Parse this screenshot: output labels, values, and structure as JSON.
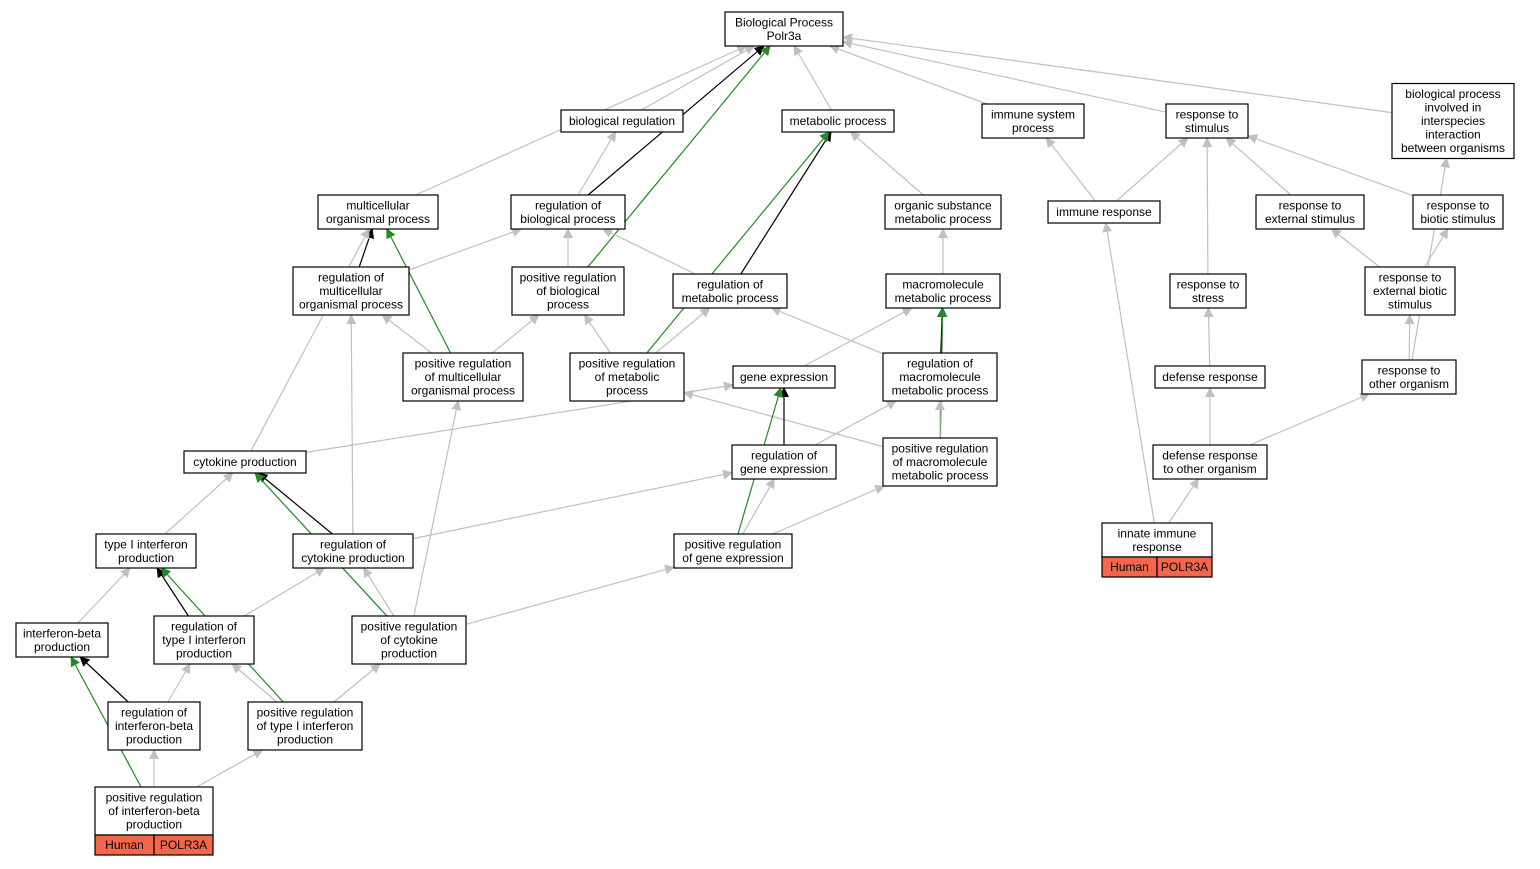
{
  "colors": {
    "is_a": "#c0c0c0",
    "regulates": "#000000",
    "positively_regulates": "#228b22",
    "annotation": "#f4664c"
  },
  "nodes": [
    {
      "id": "root",
      "lines": [
        "Biological Process",
        "Polr3a"
      ]
    },
    {
      "id": "bioreg",
      "lines": [
        "biological regulation"
      ]
    },
    {
      "id": "metab",
      "lines": [
        "metabolic process"
      ]
    },
    {
      "id": "immsys",
      "lines": [
        "immune system",
        "process"
      ]
    },
    {
      "id": "resp_stim",
      "lines": [
        "response to",
        "stimulus"
      ]
    },
    {
      "id": "interspecies",
      "lines": [
        "biological process",
        "involved in",
        "interspecies",
        "interaction",
        "between organisms"
      ]
    },
    {
      "id": "multicell",
      "lines": [
        "multicellular",
        "organismal process"
      ]
    },
    {
      "id": "reg_bio",
      "lines": [
        "regulation of",
        "biological process"
      ]
    },
    {
      "id": "org_sub",
      "lines": [
        "organic substance",
        "metabolic process"
      ]
    },
    {
      "id": "imm_resp",
      "lines": [
        "immune response"
      ]
    },
    {
      "id": "resp_ext",
      "lines": [
        "response to",
        "external stimulus"
      ]
    },
    {
      "id": "resp_bio",
      "lines": [
        "response to",
        "biotic stimulus"
      ]
    },
    {
      "id": "reg_multi",
      "lines": [
        "regulation of",
        "multicellular",
        "organismal process"
      ]
    },
    {
      "id": "pos_reg_bio",
      "lines": [
        "positive regulation",
        "of biological",
        "process"
      ]
    },
    {
      "id": "reg_met",
      "lines": [
        "regulation of",
        "metabolic process"
      ]
    },
    {
      "id": "macro",
      "lines": [
        "macromolecule",
        "metabolic process"
      ]
    },
    {
      "id": "resp_stress",
      "lines": [
        "response to",
        "stress"
      ]
    },
    {
      "id": "resp_ext_bio",
      "lines": [
        "response to",
        "external biotic",
        "stimulus"
      ]
    },
    {
      "id": "pos_reg_multi",
      "lines": [
        "positive regulation",
        "of multicellular",
        "organismal process"
      ]
    },
    {
      "id": "pos_reg_met",
      "lines": [
        "positive regulation",
        "of metabolic",
        "process"
      ]
    },
    {
      "id": "gene_exp",
      "lines": [
        "gene expression"
      ]
    },
    {
      "id": "reg_macro",
      "lines": [
        "regulation of",
        "macromolecule",
        "metabolic process"
      ]
    },
    {
      "id": "defense",
      "lines": [
        "defense response"
      ]
    },
    {
      "id": "resp_other",
      "lines": [
        "response to",
        "other organism"
      ]
    },
    {
      "id": "cytokine",
      "lines": [
        "cytokine production"
      ]
    },
    {
      "id": "reg_gene",
      "lines": [
        "regulation of",
        "gene expression"
      ]
    },
    {
      "id": "pos_reg_macro",
      "lines": [
        "positive regulation",
        "of macromolecule",
        "metabolic process"
      ]
    },
    {
      "id": "def_other",
      "lines": [
        "defense response",
        "to other organism"
      ]
    },
    {
      "id": "type1",
      "lines": [
        "type I interferon",
        "production"
      ]
    },
    {
      "id": "reg_cyto",
      "lines": [
        "regulation of",
        "cytokine production"
      ]
    },
    {
      "id": "pos_reg_gene",
      "lines": [
        "positive regulation",
        "of gene expression"
      ]
    },
    {
      "id": "innate",
      "lines": [
        "innate immune",
        "response"
      ],
      "tags": [
        "Human",
        "POLR3A"
      ]
    },
    {
      "id": "ifnb",
      "lines": [
        "interferon-beta",
        "production"
      ]
    },
    {
      "id": "reg_type1",
      "lines": [
        "regulation of",
        "type I interferon",
        "production"
      ]
    },
    {
      "id": "pos_reg_cyto",
      "lines": [
        "positive regulation",
        "of cytokine",
        "production"
      ]
    },
    {
      "id": "reg_ifnb",
      "lines": [
        "regulation of",
        "interferon-beta",
        "production"
      ]
    },
    {
      "id": "pos_reg_type1",
      "lines": [
        "positive regulation",
        "of type I interferon",
        "production"
      ]
    },
    {
      "id": "pos_reg_ifnb",
      "lines": [
        "positive regulation",
        "of interferon-beta",
        "production"
      ],
      "tags": [
        "Human",
        "POLR3A"
      ]
    }
  ]
}
